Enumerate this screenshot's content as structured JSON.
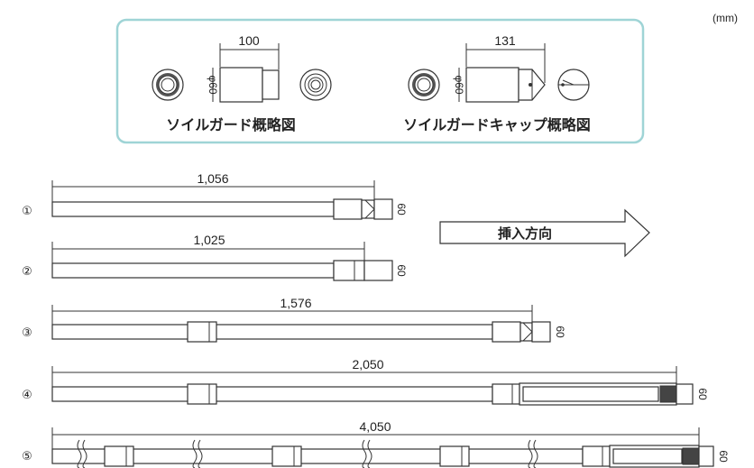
{
  "unit_label": "(mm)",
  "detail_box": {
    "border_color": "#9fd4d6",
    "guard": {
      "length": "100",
      "diameter": "φ60",
      "caption": "ソイルガード概略図"
    },
    "cap": {
      "length": "131",
      "diameter": "φ60",
      "caption": "ソイルガードキャップ概略図"
    }
  },
  "insertion_arrow": {
    "label": "挿入方向"
  },
  "rods": [
    {
      "marker": "①",
      "length": "1,056",
      "diameter": "60"
    },
    {
      "marker": "②",
      "length": "1,025",
      "diameter": "60"
    },
    {
      "marker": "③",
      "length": "1,576",
      "diameter": "60"
    },
    {
      "marker": "④",
      "length": "2,050",
      "diameter": "60"
    },
    {
      "marker": "⑤",
      "length": "4,050",
      "diameter": "60"
    }
  ]
}
